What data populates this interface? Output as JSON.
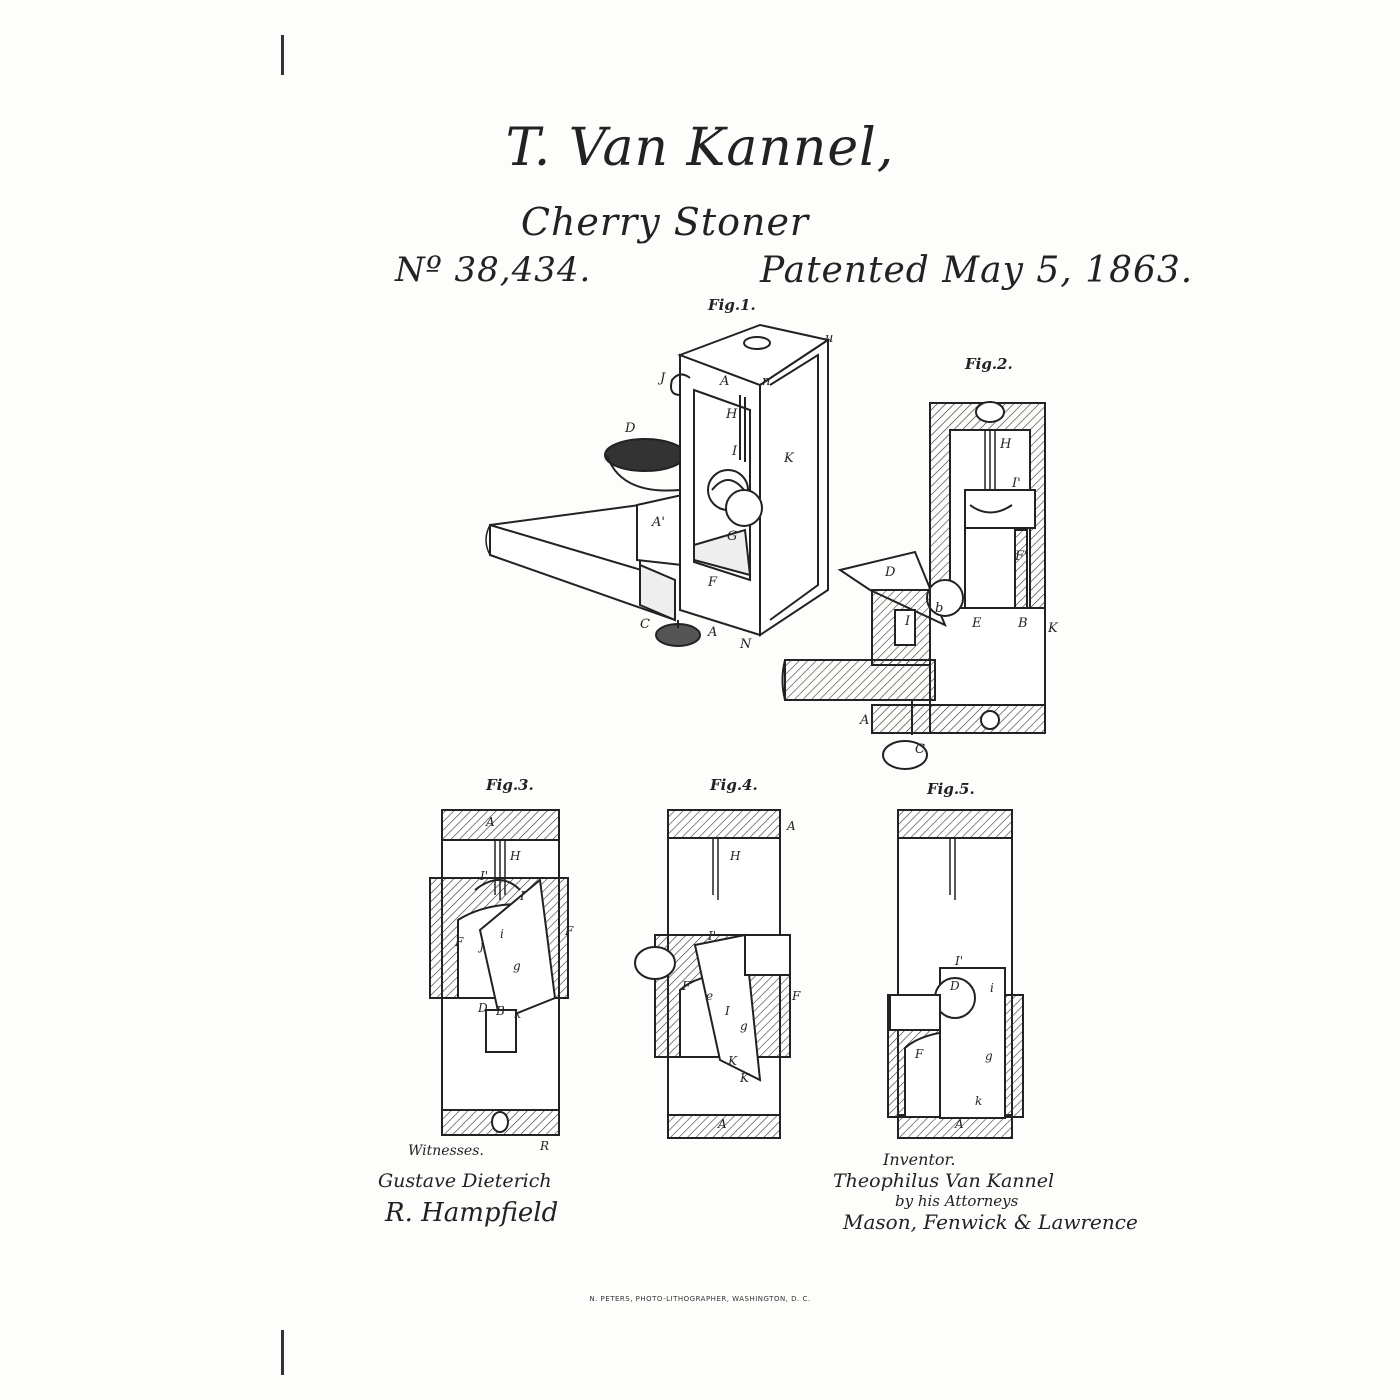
{
  "header": {
    "inventor": "T. Van Kannel,",
    "title": "Cherry Stoner",
    "patent_number": "Nº 38,434.",
    "patent_date": "Patented May 5, 1863."
  },
  "figures": {
    "fig1": "Fig.1.",
    "fig2": "Fig.2.",
    "fig3": "Fig.3.",
    "fig4": "Fig.4.",
    "fig5": "Fig.5."
  },
  "witnesses": {
    "heading": "Witnesses.",
    "names": [
      "Gustave Dieterich",
      "R. Hampfield"
    ]
  },
  "inventor": {
    "heading": "Inventor.",
    "name": "Theophilus Van Kannel",
    "by_line": "by his Attorneys",
    "attorneys": "Mason, Fenwick & Lawrence"
  },
  "printer": "N. PETERS, PHOTO-LITHOGRAPHER, WASHINGTON, D. C."
}
